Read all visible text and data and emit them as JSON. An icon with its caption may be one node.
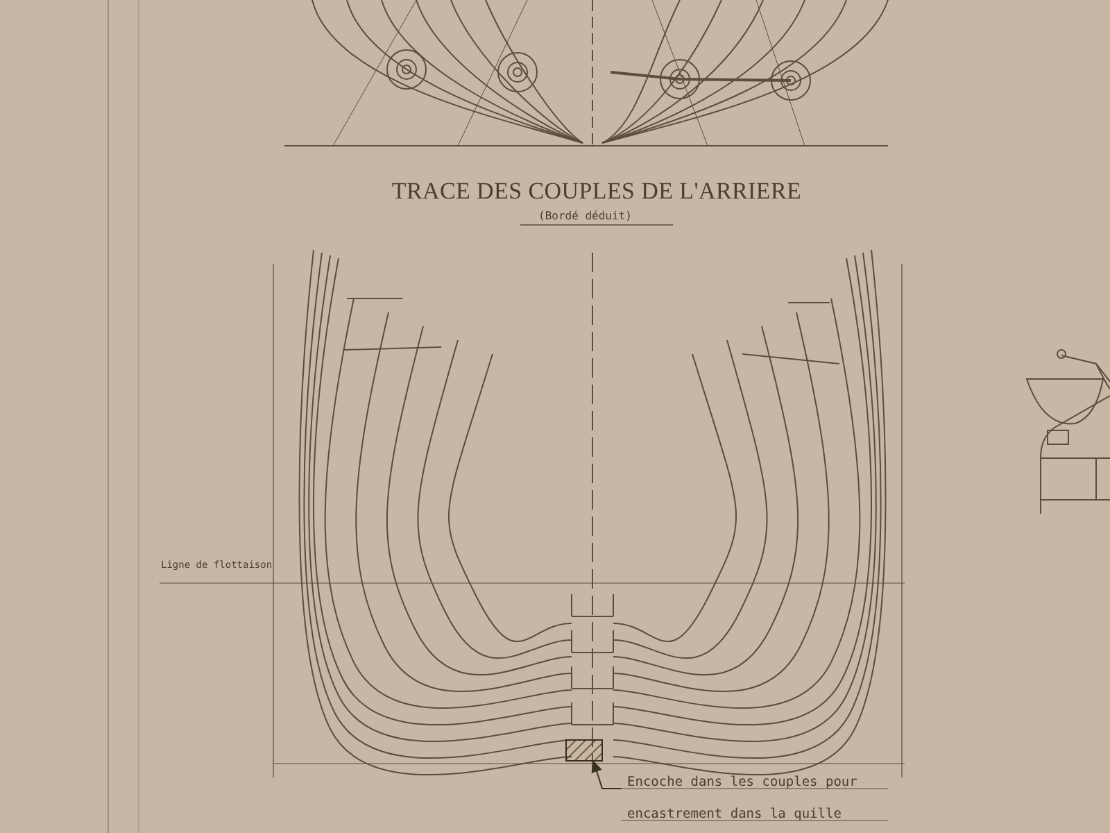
{
  "diagram": {
    "title": "TRACE DES COUPLES DE L'ARRIERE",
    "nodes": [
      {
        "text": [
          "Encoche dans les couples pour encastrement dans la quille"
        ]
      },
      {
        "text": [],
        "shape": "box"
      }
    ],
    "edges": [
      {
        "from": 0,
        "to": 1,
        "arrow": "to"
      }
    ],
    "labels": [
      "(Bordé déduit)",
      "Ligne de flottaison"
    ]
  }
}
